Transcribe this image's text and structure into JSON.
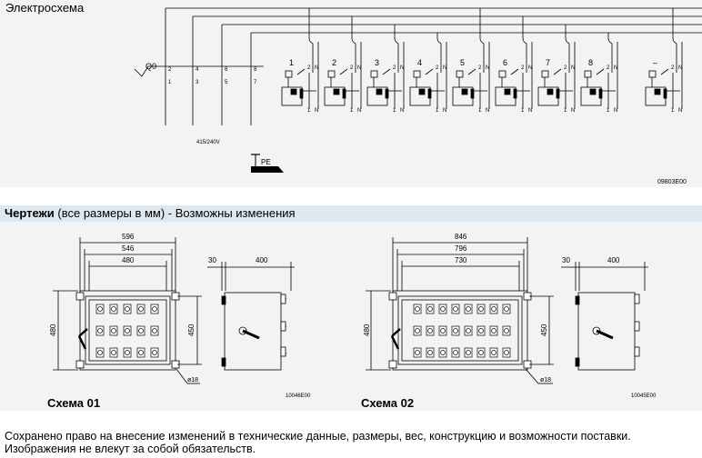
{
  "diagram": {
    "title": "Электросхема",
    "main_switch": "Q0",
    "voltage": "415/240V",
    "pe_label": "PE",
    "ref_code": "09803E00",
    "main_terminals_top": [
      "2",
      "4",
      "6",
      "8"
    ],
    "main_terminals_bottom": [
      "1",
      "3",
      "5",
      "7"
    ],
    "circuits": [
      "1",
      "2",
      "3",
      "4",
      "5",
      "6",
      "7",
      "8",
      "–"
    ],
    "pole_top": "2",
    "pole_bottom": "1",
    "neutral": "N"
  },
  "drawings": {
    "header_bold": "Чертежи",
    "header_rest": " (все размеры в мм) - Возможны изменения",
    "scheme1": {
      "label": "Схема 01",
      "dims_top": [
        "596",
        "546",
        "480"
      ],
      "side_dims": [
        "30",
        "400"
      ],
      "height_outer": "480",
      "height_inner": "450",
      "hole": "ø18",
      "ref_code": "10046E00"
    },
    "scheme2": {
      "label": "Схема 02",
      "dims_top": [
        "846",
        "796",
        "730"
      ],
      "side_dims": [
        "30",
        "400"
      ],
      "height_outer": "480",
      "height_inner": "450",
      "hole": "ø18",
      "ref_code": "10045E00"
    }
  },
  "footer": {
    "line1": "Сохранено право на внесение изменений в технические данные, размеры, вес, конструкцию и возможности поставки.",
    "line2": "Изображения не влекут за собой обязательств."
  }
}
